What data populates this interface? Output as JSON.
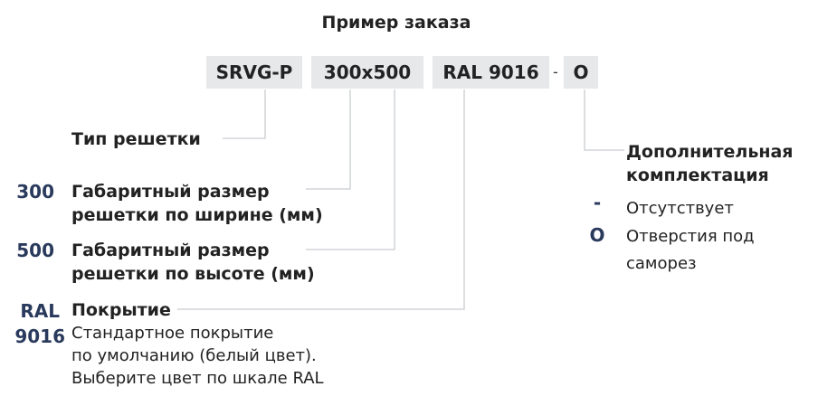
{
  "title": "Пример заказа",
  "boxes": {
    "type": "SRVG-P",
    "size": "300x500",
    "ral": "RAL 9016",
    "separator": "-",
    "option": "O"
  },
  "legend": {
    "type_label": "Тип решетки",
    "width_code": "300",
    "width_line1": "Габаритный размер",
    "width_line2": "решетки по ширине (мм)",
    "height_code": "500",
    "height_line1": "Габаритный размер",
    "height_line2": "решетки по высоте (мм)",
    "ral_code_1": "RAL",
    "ral_code_2": "9016",
    "coating_title": "Покрытие",
    "coating_line1": "Стандартное покрытие",
    "coating_line2": "по умолчанию (белый цвет).",
    "coating_line3": "Выберите цвет по шкале RAL"
  },
  "options": {
    "heading_line1": "Дополнительная",
    "heading_line2": "комплектация",
    "dash_code": "-",
    "dash_text": "Отсутствует",
    "o_code": "O",
    "o_text_line1": "Отверстия под",
    "o_text_line2": "саморез"
  },
  "colors": {
    "box_bg": "#e6e8ea",
    "code": "#2a3a5c",
    "line": "#c9ccd0"
  }
}
